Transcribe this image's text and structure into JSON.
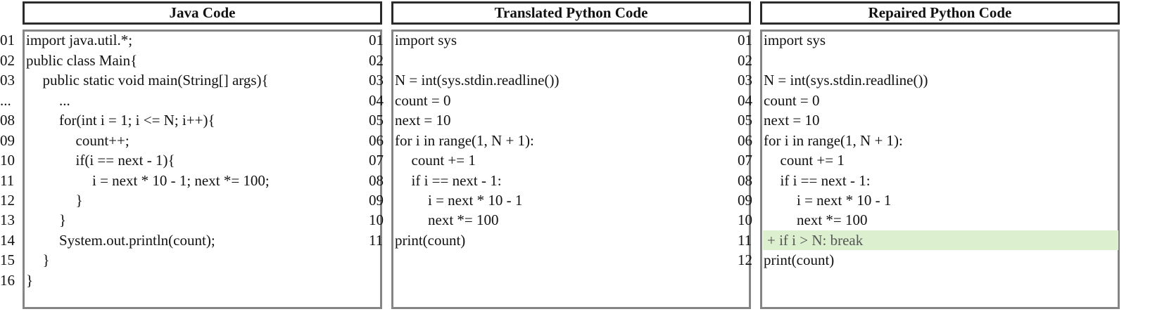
{
  "panels": [
    {
      "id": "java",
      "title": "Java Code",
      "lines": [
        {
          "num": "01",
          "text": "import java.util.*;",
          "indent": 0
        },
        {
          "num": "02",
          "text": "public class Main{",
          "indent": 0
        },
        {
          "num": "03",
          "text": "public static void main(String[] args){",
          "indent": 1
        },
        {
          "num": "...",
          "text": "...",
          "indent": 2
        },
        {
          "num": "08",
          "text": "for(int i = 1; i <= N; i++){",
          "indent": 2
        },
        {
          "num": "09",
          "text": "count++;",
          "indent": 3
        },
        {
          "num": "10",
          "text": "if(i == next - 1){",
          "indent": 3
        },
        {
          "num": "11",
          "text": "i = next * 10 - 1; next *= 100;",
          "indent": 4
        },
        {
          "num": "12",
          "text": "}",
          "indent": 3
        },
        {
          "num": "13",
          "text": "}",
          "indent": 2
        },
        {
          "num": "14",
          "text": "System.out.println(count);",
          "indent": 2
        },
        {
          "num": "15",
          "text": "}",
          "indent": 1
        },
        {
          "num": "16",
          "text": "}",
          "indent": 0
        }
      ]
    },
    {
      "id": "translated",
      "title": "Translated Python Code",
      "lines": [
        {
          "num": "01",
          "text": "import sys",
          "indent": 0
        },
        {
          "num": "02",
          "text": "",
          "indent": 0
        },
        {
          "num": "03",
          "text": "N = int(sys.stdin.readline())",
          "indent": 0
        },
        {
          "num": "04",
          "text": "count = 0",
          "indent": 0
        },
        {
          "num": "05",
          "text": "next = 10",
          "indent": 0
        },
        {
          "num": "06",
          "text": "for i in range(1, N + 1):",
          "indent": 0
        },
        {
          "num": "07",
          "text": "count += 1",
          "indent": 1
        },
        {
          "num": "08",
          "text": "if i == next - 1:",
          "indent": 1
        },
        {
          "num": "09",
          "text": "i = next * 10 - 1",
          "indent": 2
        },
        {
          "num": "10",
          "text": "next *= 100",
          "indent": 2
        },
        {
          "num": "11",
          "text": "print(count)",
          "indent": 0
        }
      ]
    },
    {
      "id": "repaired",
      "title": "Repaired Python Code",
      "highlight_color": "#dcefcf",
      "lines": [
        {
          "num": "01",
          "text": "import sys",
          "indent": 0
        },
        {
          "num": "02",
          "text": "",
          "indent": 0
        },
        {
          "num": "03",
          "text": "N = int(sys.stdin.readline())",
          "indent": 0
        },
        {
          "num": "04",
          "text": "count = 0",
          "indent": 0
        },
        {
          "num": "05",
          "text": "next = 10",
          "indent": 0
        },
        {
          "num": "06",
          "text": "for i in range(1, N + 1):",
          "indent": 0
        },
        {
          "num": "07",
          "text": "count += 1",
          "indent": 1
        },
        {
          "num": "08",
          "text": "if i == next - 1:",
          "indent": 1
        },
        {
          "num": "09",
          "text": "i = next * 10 - 1",
          "indent": 2
        },
        {
          "num": "10",
          "text": "next *= 100",
          "indent": 2
        },
        {
          "num": "11",
          "text": "+ if i > N: break",
          "indent": 0,
          "added": true
        },
        {
          "num": "12",
          "text": "print(count)",
          "indent": 0
        }
      ]
    }
  ]
}
